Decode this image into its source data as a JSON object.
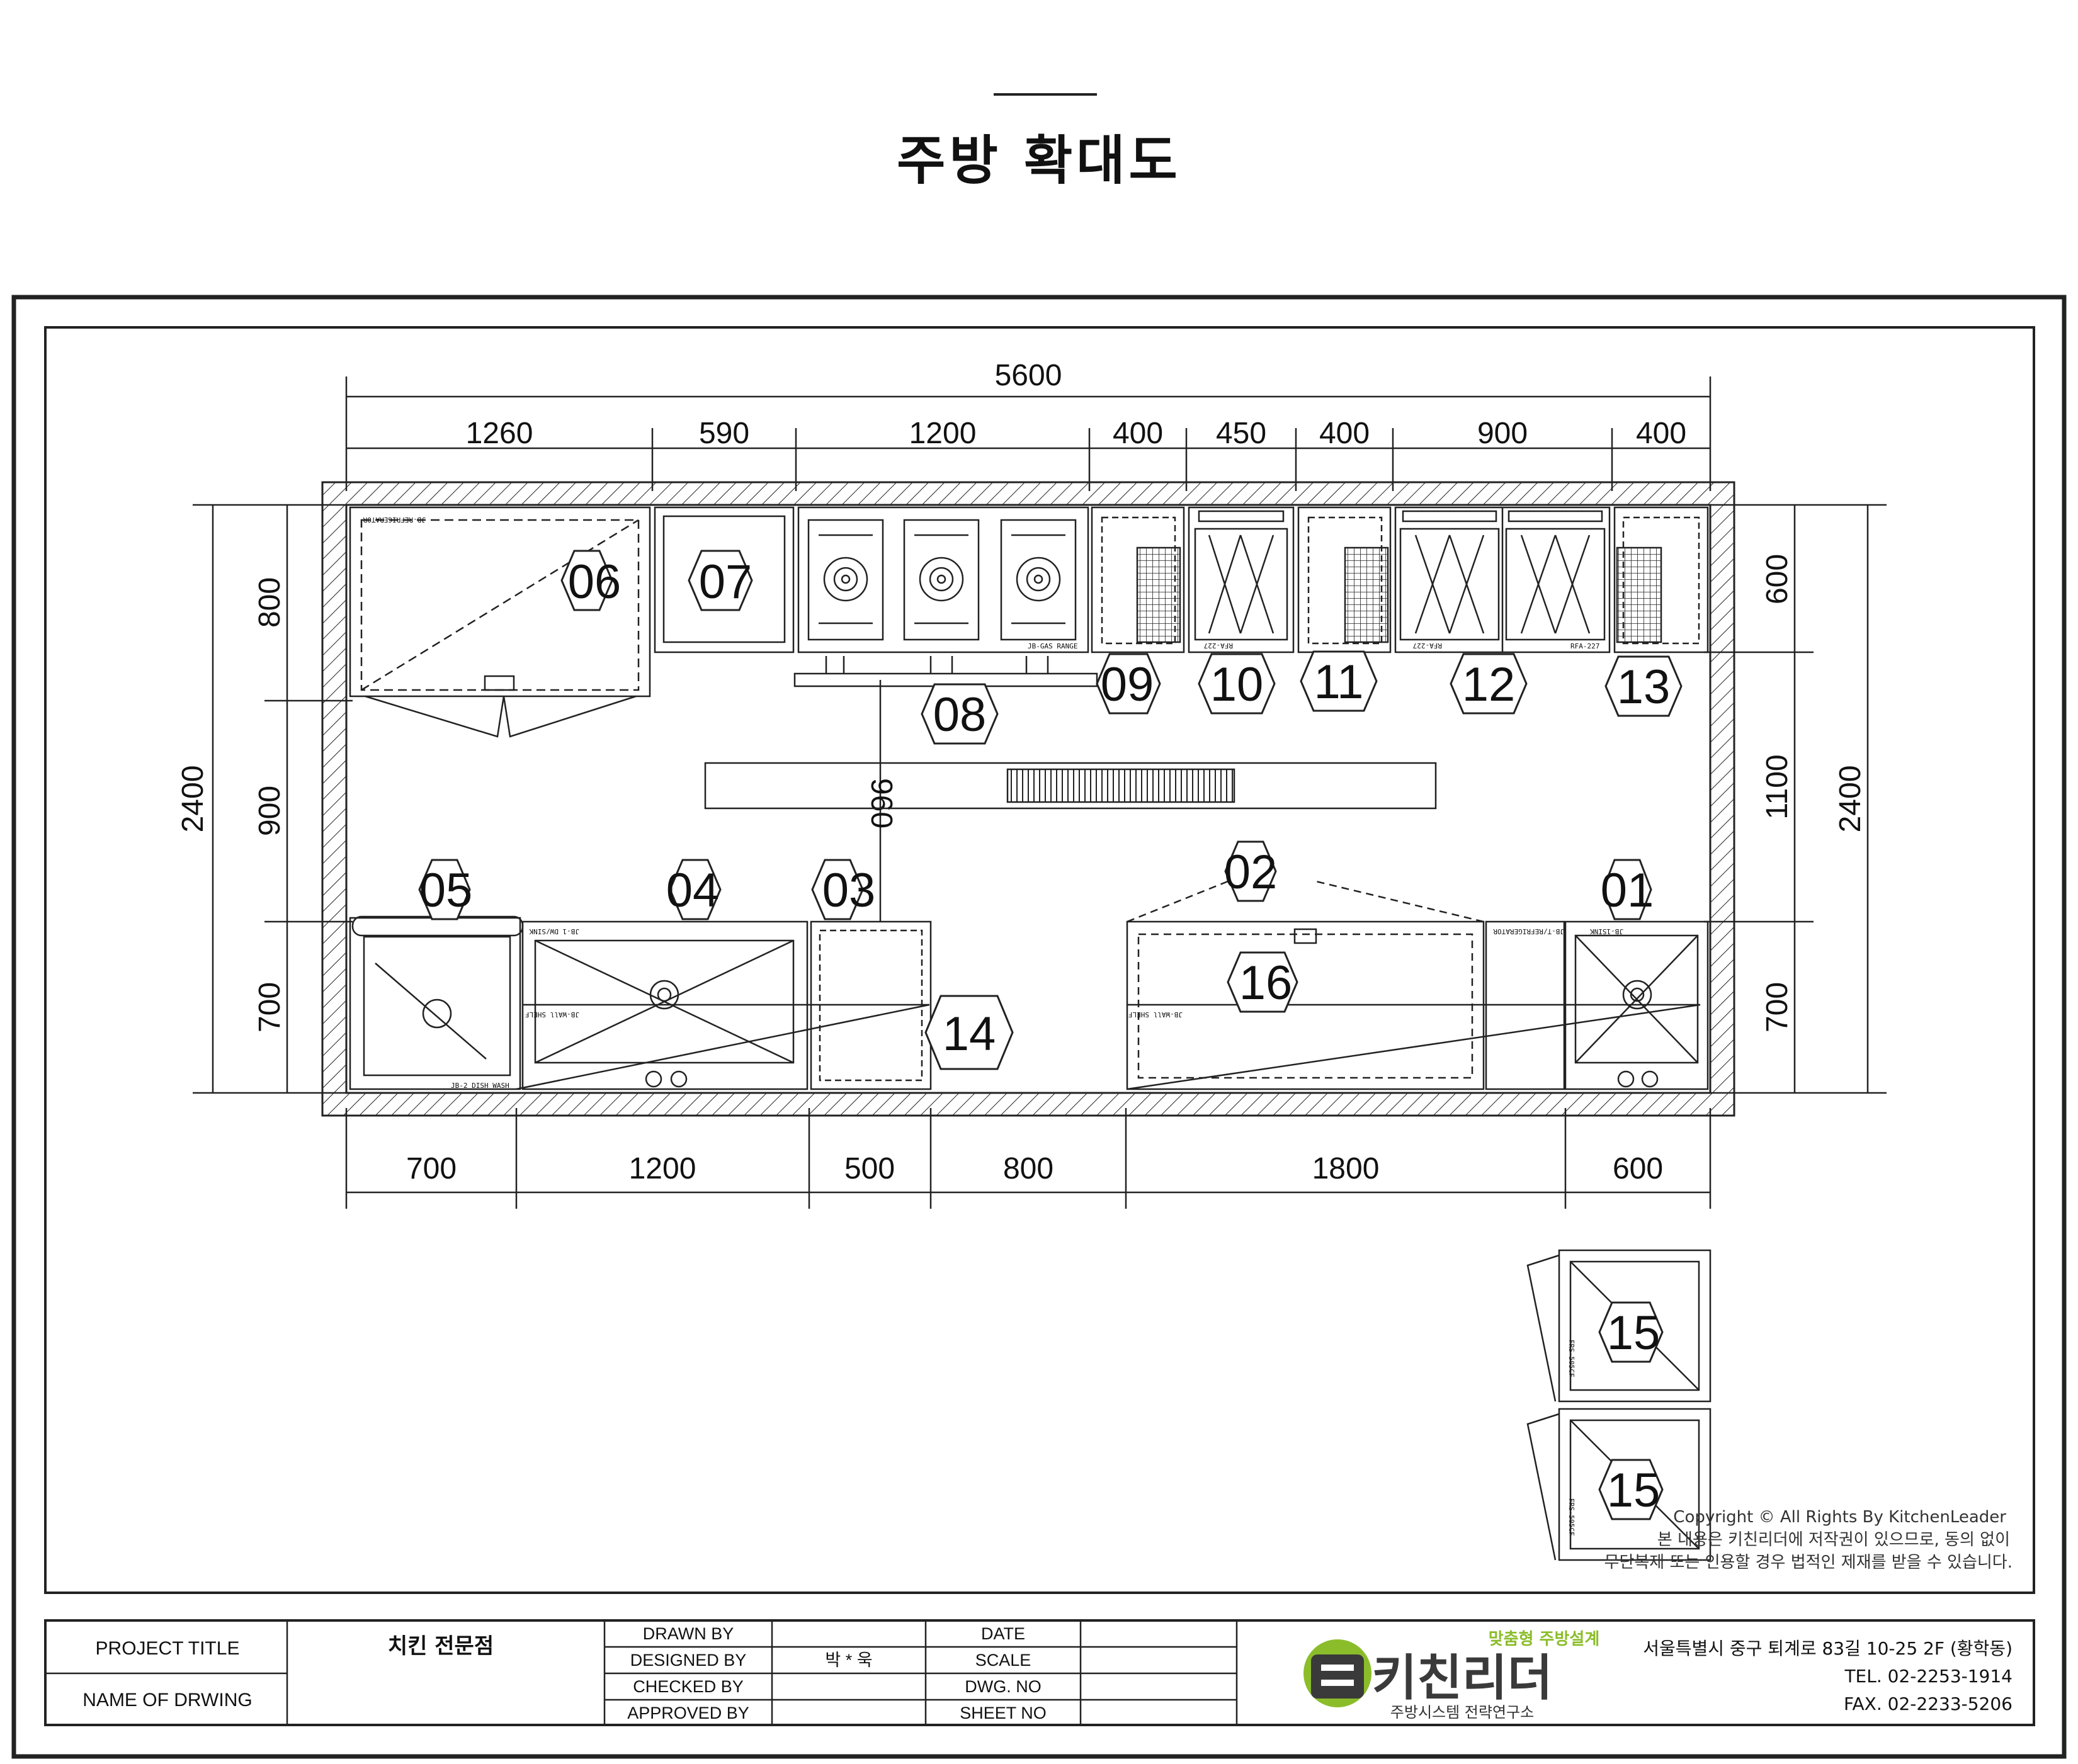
{
  "header": {
    "title": "주방 확대도"
  },
  "plan": {
    "top_total": "5600",
    "top_dims": [
      "1260",
      "590",
      "1200",
      "400",
      "450",
      "400",
      "900",
      "400"
    ],
    "bottom_dims": [
      "700",
      "1200",
      "500",
      "800",
      "1800",
      "600"
    ],
    "left_total": "2400",
    "left_dims": [
      "800",
      "900",
      "700"
    ],
    "right_total": "2400",
    "right_dims": [
      "600",
      "1100",
      "700"
    ],
    "aisle_dim": "960",
    "equipment_numbers": [
      "01",
      "02",
      "03",
      "04",
      "05",
      "06",
      "07",
      "08",
      "09",
      "10",
      "11",
      "12",
      "13",
      "14",
      "15",
      "15",
      "16"
    ],
    "equipment_labels": {
      "refrigerator_top": "JB-REFRIGERATOR",
      "gas_range": "JB-GAS RANGE",
      "rfa_1": "RFA-227",
      "rfa_2": "RFA-227",
      "rfa_3": "RFA-227",
      "dish_wash": "JB-2 DISH WASH",
      "sink_left": "JB-1 DW/SINK",
      "wall_shelf_left": "JB-WAll SHELF",
      "wall_shelf_right": "JB-WAll SHELF",
      "refrigerator_bottom": "JB-T/REFRIGERATOR",
      "sink_right": "JB-1SINK",
      "freezer_1": "FRS-505CF",
      "freezer_2": "FRS-505CF"
    }
  },
  "copyright": {
    "line1": "Copyright © All Rights By KitchenLeader",
    "line2": "본 내용은 키친리더에 저작권이 있으므로, 동의 없이",
    "line3": "무단복제 또는 인용할 경우 법적인 제재를 받을 수 있습니다."
  },
  "title_block": {
    "project_title_label": "PROJECT TITLE",
    "project_title_value": "치킨 전문점",
    "drawing_name_label": "NAME OF DRWING",
    "drawn_by_label": "DRAWN BY",
    "designed_by_label": "DESIGNED BY",
    "designed_by_value": "박 * 욱",
    "checked_by_label": "CHECKED BY",
    "approved_by_label": "APPROVED BY",
    "date_label": "DATE",
    "scale_label": "SCALE",
    "dwg_no_label": "DWG. NO",
    "sheet_no_label": "SHEET NO",
    "logo_tagline": "맞춤형 주방설계",
    "logo_name": "키친리더",
    "logo_sub": "주방시스템 전략연구소",
    "address": "서울특별시 중구 퇴계로 83길 10-25 2F (황학동)",
    "tel": "TEL. 02-2253-1914",
    "fax": "FAX. 02-2233-5206"
  },
  "colors": {
    "line": "#111111",
    "logo_green": "#8bbd2a",
    "logo_dark": "#3a3a3a"
  }
}
